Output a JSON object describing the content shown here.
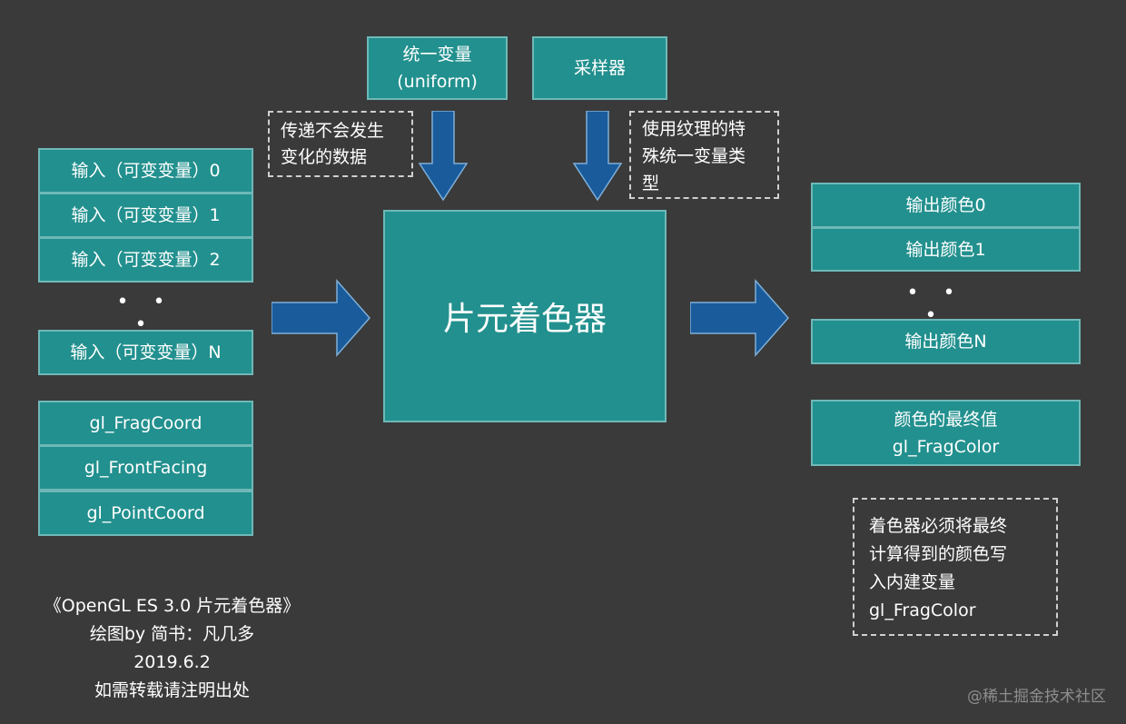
{
  "top_boxes": {
    "uniform_line1": "统一变量",
    "uniform_line2": "(uniform)",
    "sampler": "采样器"
  },
  "notes": {
    "uniform_note": [
      "传递不会发生",
      "变化的数据"
    ],
    "sampler_note": [
      "使用纹理的特",
      "殊统一变量类",
      "型"
    ],
    "output_note": [
      "着色器必须将最终",
      "计算得到的颜色写",
      "入内建变量",
      "gl_FragColor"
    ]
  },
  "inputs": {
    "items": [
      "输入（可变变量）0",
      "输入（可变变量）1",
      "输入（可变变量）2"
    ],
    "ellipsis": "• • •",
    "last": "输入（可变变量）N"
  },
  "builtins": [
    "gl_FragCoord",
    "gl_FrontFacing",
    "gl_PointCoord"
  ],
  "center": {
    "label": "片元着色器"
  },
  "outputs": {
    "items": [
      "输出颜色0",
      "输出颜色1"
    ],
    "ellipsis": "• • •",
    "last": "输出颜色N"
  },
  "final_color": {
    "line1": "颜色的最终值",
    "line2": "gl_FragColor"
  },
  "credits": [
    "《OpenGL ES 3.0 片元着色器》",
    "绘图by 简书：凡几多",
    "2019.6.2",
    "如需转载请注明出处"
  ],
  "watermark": "@稀土掘金技术社区",
  "colors": {
    "background": "#3a3a3a",
    "box_fill": "#22908e",
    "box_border": "#6fb8b8",
    "arrow_fill": "#1a5b9c"
  }
}
